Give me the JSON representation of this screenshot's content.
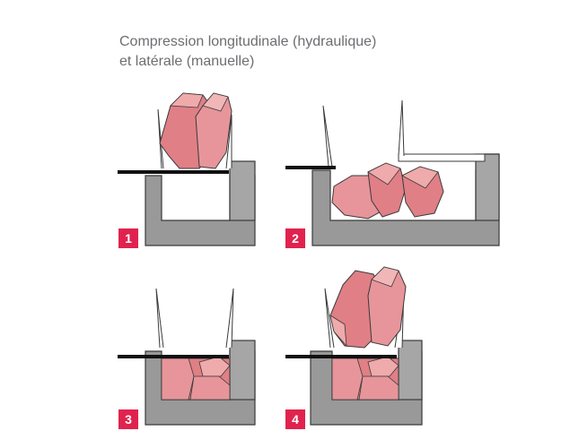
{
  "title": {
    "line1": "Compression longitudinale (hydraulique)",
    "line2": "et latérale (manuelle)"
  },
  "steps": [
    {
      "number": "1"
    },
    {
      "number": "2"
    },
    {
      "number": "3"
    },
    {
      "number": "4"
    }
  ],
  "colors": {
    "accent": "#e0234e",
    "housing": "#999999",
    "housing_stroke": "#3a3a3a",
    "meat_dark": "#e07f86",
    "meat_light": "#efaaac",
    "text": "#6d6e71"
  }
}
